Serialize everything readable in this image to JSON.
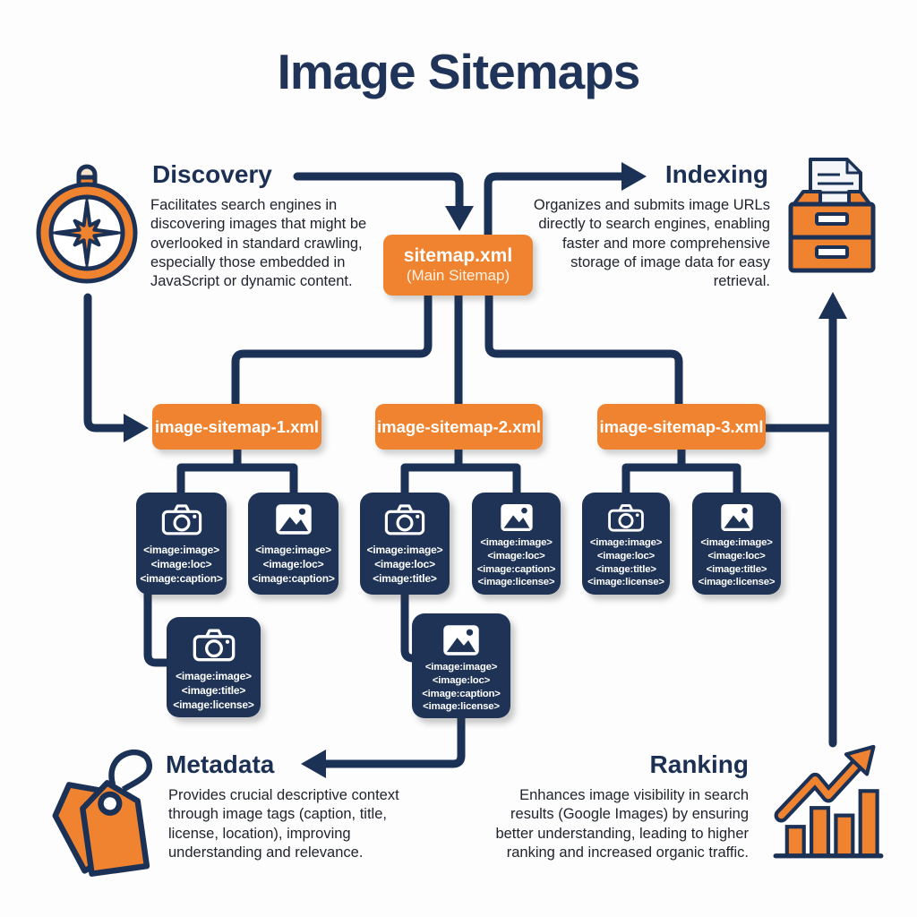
{
  "title": "Image Sitemaps",
  "colors": {
    "navy_heading": "#1c3054",
    "navy_connector": "#1b3156",
    "navy_box": "#1e3356",
    "orange": "#f0832f",
    "body_text": "#20242c"
  },
  "sections": {
    "discovery": {
      "heading": "Discovery",
      "body": "Facilitates search engines in discovering images that might be overlooked in standard crawling, especially those embedded in JavaScript or dynamic content."
    },
    "indexing": {
      "heading": "Indexing",
      "body": "Organizes and submits image URLs directly to search engines, enabling faster and more comprehensive storage of image data for easy retrieval."
    },
    "metadata": {
      "heading": "Metadata",
      "body": "Provides crucial descriptive context through image tags (caption, title, license, location), improving understanding and relevance."
    },
    "ranking": {
      "heading": "Ranking",
      "body": "Enhances image visibility in search results (Google Images) by ensuring better understanding, leading to higher ranking and increased organic traffic."
    }
  },
  "diagram": {
    "root": {
      "title": "sitemap.xml",
      "subtitle": "(Main Sitemap)"
    },
    "sitemaps": [
      {
        "label": "image-sitemap-1.xml"
      },
      {
        "label": "image-sitemap-2.xml"
      },
      {
        "label": "image-sitemap-3.xml"
      }
    ],
    "tag_boxes": [
      {
        "icon": "camera-icon",
        "tags": [
          "<image:image>",
          "<image:loc>",
          "<image:caption>"
        ]
      },
      {
        "icon": "picture-icon",
        "tags": [
          "<image:image>",
          "<image:loc>",
          "<image:caption>"
        ]
      },
      {
        "icon": "camera-icon",
        "tags": [
          "<image:image>",
          "<image:loc>",
          "<image:title>"
        ]
      },
      {
        "icon": "picture-icon",
        "tags": [
          "<image:image>",
          "<image:loc>",
          "<image:caption>",
          "<image:license>"
        ]
      },
      {
        "icon": "camera-icon",
        "tags": [
          "<image:image>",
          "<image:loc>",
          "<image:title>",
          "<image:license>"
        ]
      },
      {
        "icon": "picture-icon",
        "tags": [
          "<image:image>",
          "<image:loc>",
          "<image:title>",
          "<image:license>"
        ]
      },
      {
        "icon": "camera-icon",
        "tags": [
          "<image:image>",
          "<image:title>",
          "<image:license>"
        ]
      },
      {
        "icon": "picture-icon",
        "tags": [
          "<image:image>",
          "<image:loc>",
          "<image:caption>",
          "<image:license>"
        ]
      }
    ]
  },
  "icons": {
    "discovery": "compass-icon",
    "indexing": "file-cabinet-icon",
    "metadata": "tags-icon",
    "ranking": "growth-chart-icon"
  }
}
